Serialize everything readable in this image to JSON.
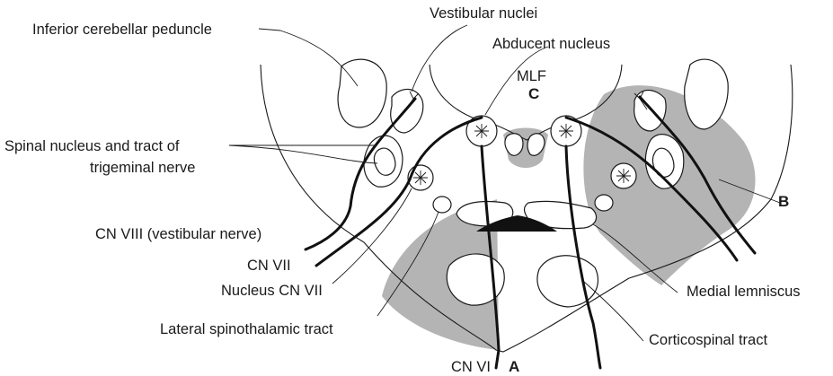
{
  "labels": {
    "vestibular_nuclei": "Vestibular nuclei",
    "inferior_cerebellar_peduncle": "Inferior cerebellar peduncle",
    "abducent_nucleus": "Abducent nucleus",
    "mlf": "MLF",
    "c": "C",
    "spinal_nucleus_line1": "Spinal nucleus and tract of",
    "spinal_nucleus_line2": "trigeminal nerve",
    "b": "B",
    "cn_viii": "CN VIII (vestibular nerve)",
    "cn_vii": "CN VII",
    "nucleus_cn_vii": "Nucleus CN VII",
    "medial_lemniscus": "Medial lemniscus",
    "lateral_spinothalamic": "Lateral spinothalamic tract",
    "corticospinal": "Corticospinal tract",
    "cn_vi": "CN VI",
    "a": "A"
  },
  "colors": {
    "lesion": "#b4b4b4",
    "line": "#1a1a1a"
  }
}
